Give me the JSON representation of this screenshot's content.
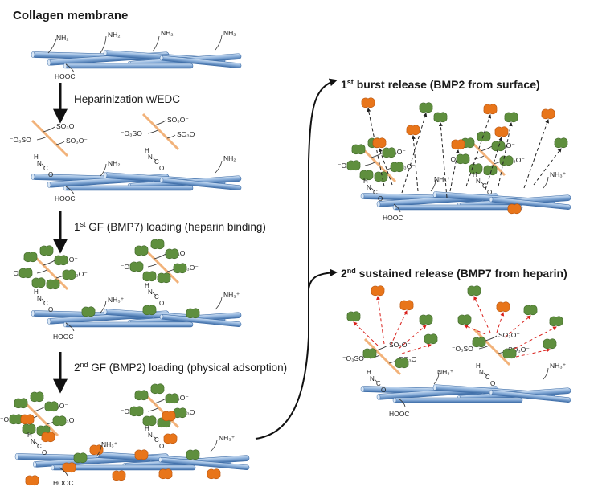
{
  "title": "Collagen membrane",
  "steps": [
    {
      "label": "Heparinization w/EDC",
      "sup": "",
      "pre": ""
    },
    {
      "label": " GF (BMP7) loading (heparin binding)",
      "sup": "st",
      "pre": "1"
    },
    {
      "label": " GF (BMP2) loading (physical adsorption)",
      "sup": "nd",
      "pre": "2"
    }
  ],
  "release": [
    {
      "pre": "1",
      "sup": "st",
      "label": " burst release (BMP2 from surface)"
    },
    {
      "pre": "2",
      "sup": "nd",
      "label": " sustained release (BMP7 from heparin)"
    }
  ],
  "chem": {
    "nh2": "NH₂",
    "nh3": "NH₃⁺",
    "hooc": "HOOC",
    "so3": "SO₃O⁻",
    "o3so": "⁻O₃SO",
    "h": "H",
    "n": "N",
    "c": "C",
    "o": "O"
  },
  "colors": {
    "fiber": "#7ea6d6",
    "fiber_dark": "#3f6ea8",
    "heparin": "#f2b27a",
    "bmp7": "#5f8f3e",
    "bmp2": "#e8751a",
    "arrow_black": "#111111",
    "arrow_red": "#d9211c"
  }
}
